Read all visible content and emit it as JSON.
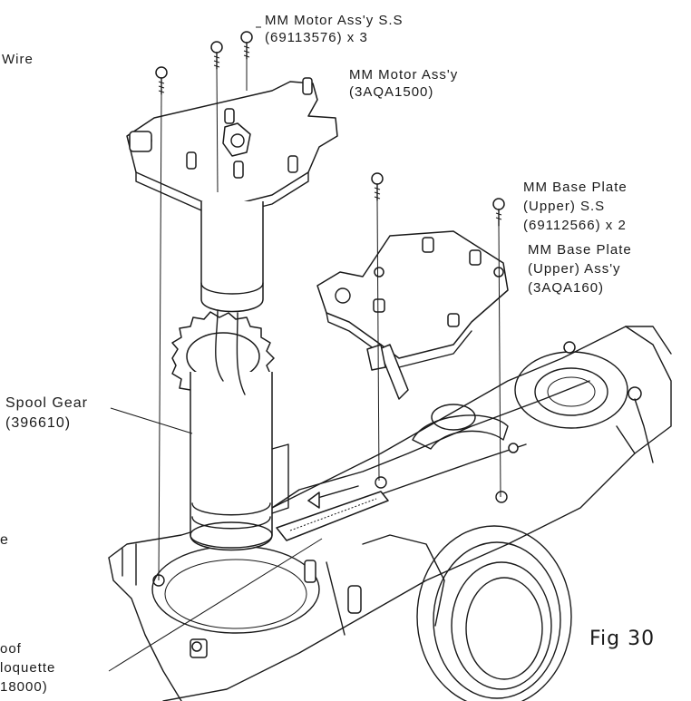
{
  "labels": {
    "wire": "Wire",
    "mm_motor_ss_name": "MM Motor Ass'y S.S",
    "mm_motor_ss_part": "(69113576) x 3",
    "mm_motor_assy_name": "MM Motor Ass'y",
    "mm_motor_assy_part": "(3AQA1500)",
    "base_plate_ss_name": "MM Base Plate",
    "base_plate_ss_name2": "(Upper) S.S",
    "base_plate_ss_part": "(69112566) x 2",
    "base_plate_assy_name": "MM Base Plate",
    "base_plate_assy_name2": "(Upper) Ass'y",
    "base_plate_assy_part": "(3AQA160)",
    "spool_gear_name": "Spool Gear",
    "spool_gear_part": "(396610)",
    "e_fragment": "e",
    "moquette_line1": "oof",
    "moquette_line2": "loquette",
    "moquette_line3": "18000)",
    "figure": "Fig 30"
  }
}
